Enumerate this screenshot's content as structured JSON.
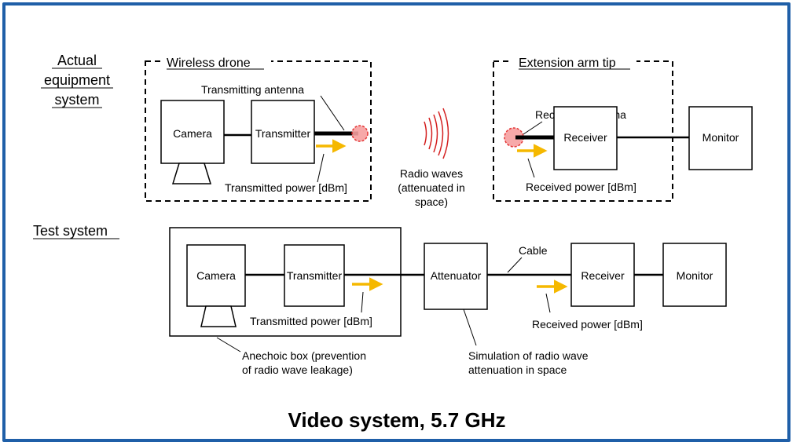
{
  "sections": {
    "actual": "Actual equipment system",
    "actual_lines": [
      "Actual",
      "equipment",
      "system"
    ],
    "test": "Test system"
  },
  "actual_system": {
    "drone_group": "Wireless drone",
    "arm_group": "Extension arm tip",
    "camera": "Camera",
    "transmitter": "Transmitter",
    "tx_antenna": "Transmitting antenna",
    "tx_power": "Transmitted power [dBm]",
    "radio_waves_lines": [
      "Radio waves",
      "(attenuated in",
      "space)"
    ],
    "rx_antenna": "Receiving antenna",
    "receiver": "Receiver",
    "rx_power": "Received power [dBm]",
    "monitor": "Monitor"
  },
  "test_system": {
    "camera": "Camera",
    "transmitter": "Transmitter",
    "tx_power": "Transmitted power [dBm]",
    "anechoic_lines": [
      "Anechoic box (prevention",
      "of radio wave leakage)"
    ],
    "attenuator": "Attenuator",
    "cable": "Cable",
    "simulation_lines": [
      "Simulation of radio wave",
      "attenuation in space"
    ],
    "receiver": "Receiver",
    "rx_power": "Received power [dBm]",
    "monitor": "Monitor"
  },
  "bottom_title": "Video system, 5.7 GHz",
  "colors": {
    "frame": "#1f5fa8",
    "arrow": "#f5b800",
    "antenna_glow": "#e02020",
    "waves": "#d42020"
  }
}
